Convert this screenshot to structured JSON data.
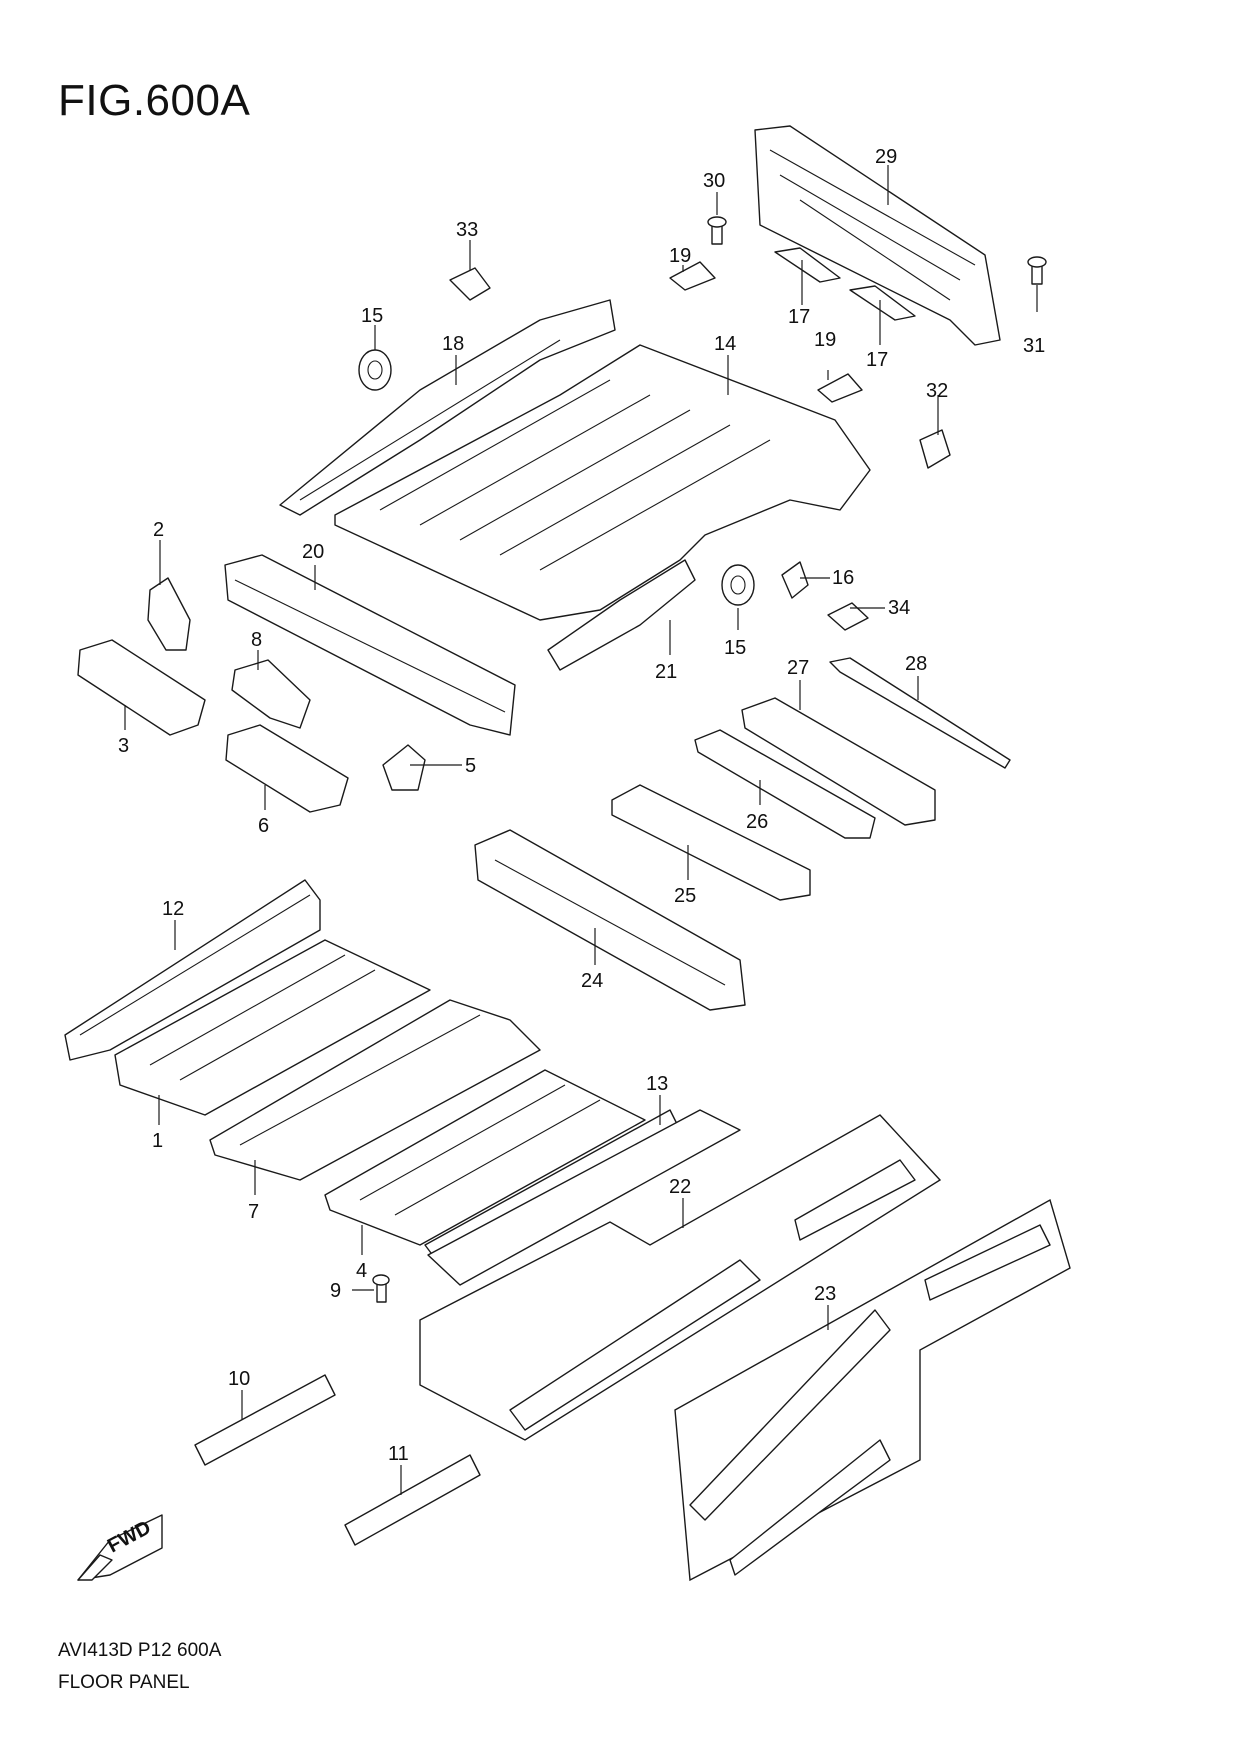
{
  "header": {
    "title": "FIG.600A"
  },
  "footer": {
    "code": "AVI413D P12 600A",
    "name": "FLOOR PANEL"
  },
  "fwd_badge": {
    "label": "FWD"
  },
  "callouts": {
    "c1": "1",
    "c2": "2",
    "c3": "3",
    "c4": "4",
    "c5": "5",
    "c6": "6",
    "c7": "7",
    "c8": "8",
    "c9": "9",
    "c10": "10",
    "c11": "11",
    "c12": "12",
    "c13": "13",
    "c14": "14",
    "c15a": "15",
    "c15b": "15",
    "c16": "16",
    "c17a": "17",
    "c17b": "17",
    "c18": "18",
    "c19a": "19",
    "c19b": "19",
    "c20": "20",
    "c21": "21",
    "c22": "22",
    "c23": "23",
    "c24": "24",
    "c25": "25",
    "c26": "26",
    "c27": "27",
    "c28": "28",
    "c29": "29",
    "c30": "30",
    "c31": "31",
    "c32": "32",
    "c33": "33",
    "c34": "34"
  }
}
